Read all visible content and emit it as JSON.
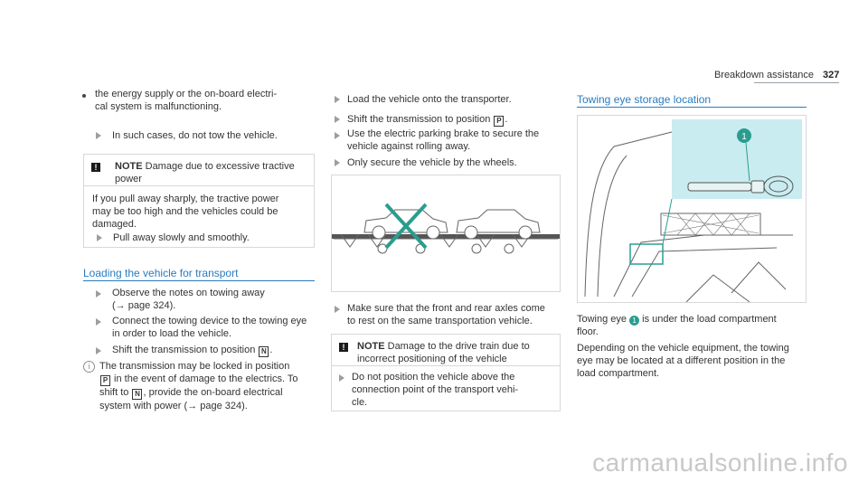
{
  "header": {
    "title": "Breakdown assistance",
    "page": "327"
  },
  "col1": {
    "bullet": "the energy supply or the on-board electri-\ncal system is malfunctioning.",
    "step1": "In such cases, do not tow the vehicle.",
    "notice": {
      "head_bold": "NOTE",
      "head_text": " Damage due to excessive tractive\npower",
      "body": "If you pull away sharply, the tractive power\nmay be too high and the vehicles could be\ndamaged.",
      "step": "Pull away slowly and smoothly."
    },
    "section_title": "Loading the vehicle for transport",
    "steps": [
      "Observe the notes on towing away\n(→ page 324).",
      "Connect the towing device to the towing eye\nin order to load the vehicle."
    ],
    "step3_pre": "Shift the transmission to position ",
    "step3_gear": "N",
    "step3_post": ".",
    "info_l1_pre": "The transmission may be locked in position",
    "info_gear_p": "P",
    "info_l2": " in the event of damage to the electrics. To",
    "info_l3_pre": "shift to ",
    "info_gear_n": "N",
    "info_l3_post": ", provide the on-board electrical",
    "info_l4": "system with power (→ page 324)."
  },
  "col2": {
    "step1": "Load the vehicle onto the transporter.",
    "step2_pre": "Shift the transmission to position ",
    "step2_gear": "P",
    "step2_post": ".",
    "step3": "Use the electric parking brake to secure the\nvehicle against rolling away.",
    "step4": "Only secure the vehicle by the wheels.",
    "step5": "Make sure that the front and rear axles come\nto rest on the same transportation vehicle.",
    "notice": {
      "head_bold": "NOTE",
      "head_text": " Damage to the drive train due to\nincorrect positioning of the vehicle",
      "step": "Do not position the vehicle above the\nconnection point of the transport vehi-\ncle."
    }
  },
  "col3": {
    "section_title": "Towing eye storage location",
    "callout": "1",
    "p1_pre": "Towing eye ",
    "p1_post": " is under the load compartment\nfloor.",
    "p2": "Depending on the vehicle equipment, the towing\neye may be located at a different position in the\nload compartment."
  },
  "watermark": "carmanualsonline.info",
  "colors": {
    "accent_blue": "#2a7bbf",
    "teal_callout": "#2a9d8f",
    "inset_bg": "#c9ecf0"
  }
}
